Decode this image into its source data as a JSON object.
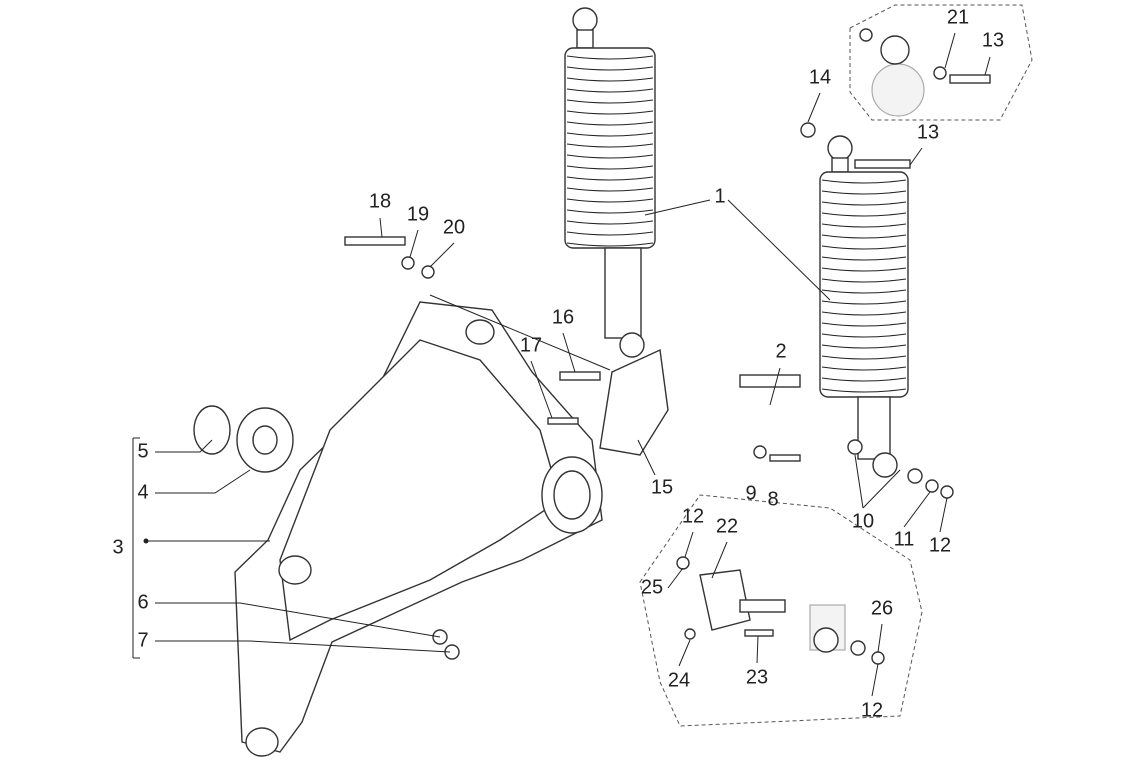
{
  "diagram": {
    "title": "Rear suspension and swing arm exploded view",
    "labels": [
      "1",
      "2",
      "3",
      "4",
      "5",
      "6",
      "7",
      "8",
      "9",
      "10",
      "11",
      "12",
      "12",
      "12",
      "13",
      "13",
      "14",
      "15",
      "16",
      "17",
      "18",
      "19",
      "20",
      "21",
      "22",
      "23",
      "24",
      "25",
      "26"
    ]
  }
}
